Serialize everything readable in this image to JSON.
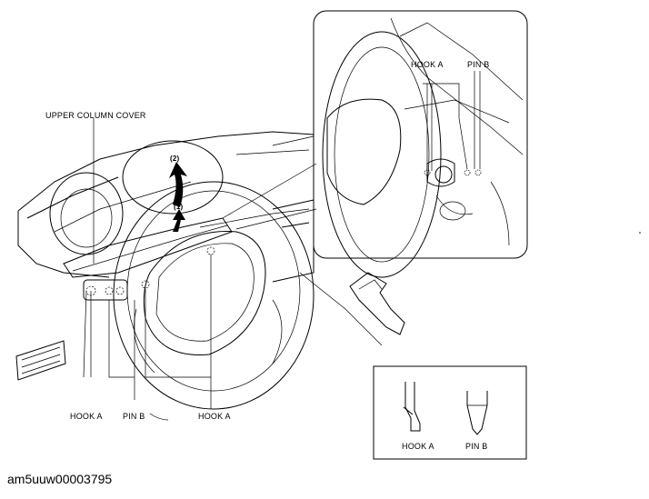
{
  "labels": {
    "upper_column_cover": "UPPER COLUMN COVER",
    "hook_a": "HOOK A",
    "pin_b": "PIN B",
    "step_1": "(1)",
    "step_2": "(2)"
  },
  "inset": {
    "hook_a": "HOOK A",
    "pin_b": "PIN B"
  },
  "legend": {
    "hook_a": "HOOK A",
    "pin_b": "PIN B"
  },
  "caption": "am5uuw00003795"
}
